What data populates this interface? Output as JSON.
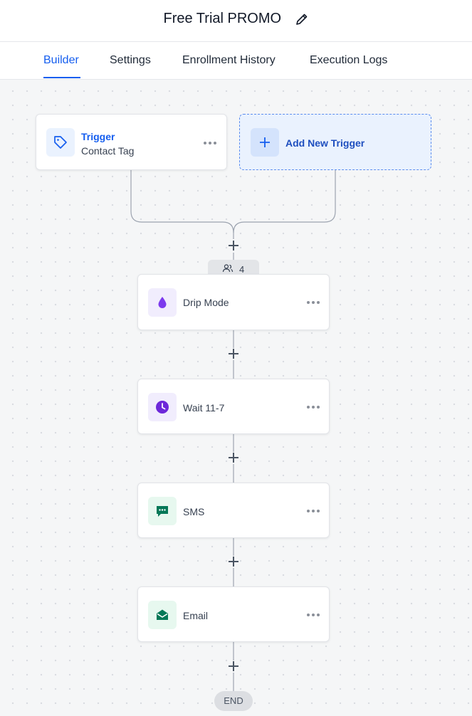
{
  "header": {
    "title": "Free Trial PROMO"
  },
  "tabs": [
    {
      "label": "Builder",
      "active": true
    },
    {
      "label": "Settings",
      "active": false
    },
    {
      "label": "Enrollment History",
      "active": false
    },
    {
      "label": "Execution Logs",
      "active": false
    }
  ],
  "trigger": {
    "title": "Trigger",
    "subtitle": "Contact Tag",
    "icon": "tag-icon"
  },
  "add_trigger": {
    "label": "Add New Trigger",
    "icon": "plus-icon"
  },
  "contact_count": "4",
  "steps": [
    {
      "label": "Drip Mode",
      "icon": "drop-icon",
      "color": "#7c3aed"
    },
    {
      "label": "Wait 11-7",
      "icon": "clock-icon",
      "color": "#6d28d9"
    },
    {
      "label": "SMS",
      "icon": "chat-bubble-icon",
      "color": "#047857"
    },
    {
      "label": "Email",
      "icon": "envelope-icon",
      "color": "#047857"
    }
  ],
  "end_label": "END",
  "colors": {
    "accent": "#155eef",
    "add_trigger_bg": "#eaf2fe",
    "step_green_bg": "#e7f8ef",
    "step_purple_bg": "#f1edfd"
  }
}
